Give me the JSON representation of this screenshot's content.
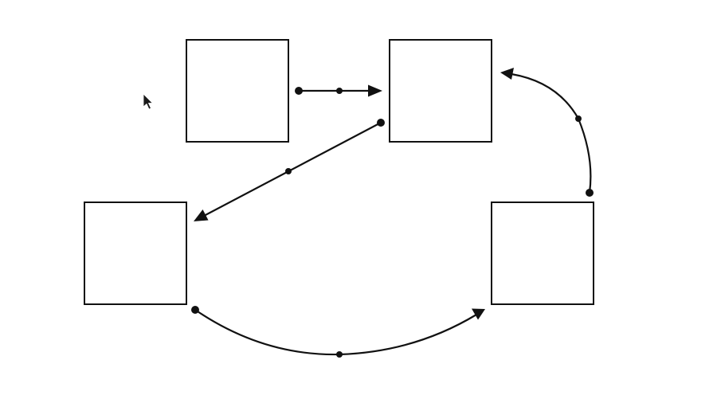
{
  "diagram": {
    "colors": {
      "stroke": "#111111",
      "node_fill": "#ffffff",
      "background": "#ffffff"
    },
    "nodes": [
      {
        "id": "node-top-left"
      },
      {
        "id": "node-top-right"
      },
      {
        "id": "node-bottom-left"
      },
      {
        "id": "node-bottom-right"
      }
    ],
    "edges": [
      {
        "id": "edge-topleft-to-topright",
        "from": "node-top-left",
        "to": "node-top-right",
        "style": "straight"
      },
      {
        "id": "edge-topright-to-bottomleft",
        "from": "node-top-right",
        "to": "node-bottom-left",
        "style": "straight"
      },
      {
        "id": "edge-bottomleft-to-bottomright",
        "from": "node-bottom-left",
        "to": "node-bottom-right",
        "style": "curved"
      },
      {
        "id": "edge-bottomright-to-topright",
        "from": "node-bottom-right",
        "to": "node-top-right",
        "style": "curved"
      }
    ],
    "pointer": {
      "icon": "mouse-pointer-icon"
    }
  }
}
